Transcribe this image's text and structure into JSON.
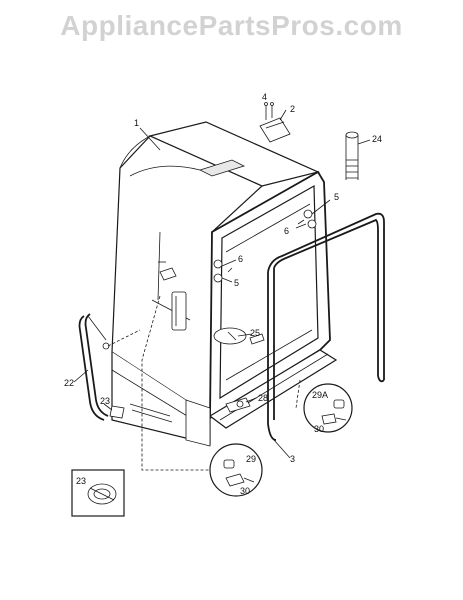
{
  "watermark": "AppliancePartsPros.com",
  "callouts": {
    "c1": "1",
    "c2": "2",
    "c3": "3",
    "c4": "4",
    "c5a": "5",
    "c5b": "5",
    "c6a": "6",
    "c6b": "6",
    "c22": "22",
    "c23a": "23",
    "c23b": "23",
    "c24": "24",
    "c25": "25",
    "c28": "28",
    "c29": "29",
    "c29a": "29A",
    "c30a": "30",
    "c30b": "30"
  }
}
